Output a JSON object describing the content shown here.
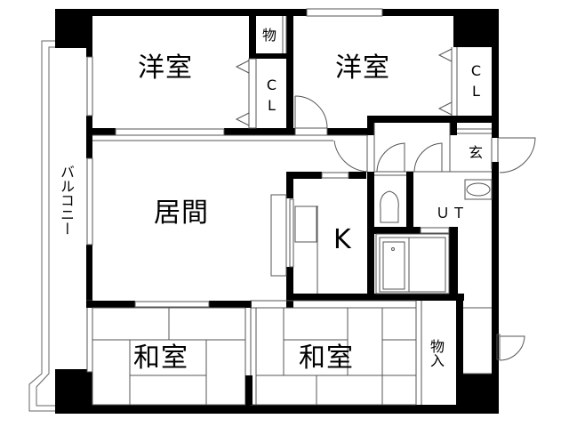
{
  "floor_plan": {
    "rooms": [
      {
        "id": "western-room-1",
        "label": "洋室"
      },
      {
        "id": "western-room-2",
        "label": "洋室"
      },
      {
        "id": "storage-top",
        "label": "物"
      },
      {
        "id": "closet-1",
        "label": "CL"
      },
      {
        "id": "closet-2",
        "label": "CL"
      },
      {
        "id": "entrance",
        "label": "玄"
      },
      {
        "id": "living-room",
        "label": "居間"
      },
      {
        "id": "kitchen",
        "label": "K"
      },
      {
        "id": "utility",
        "label": "ＵＴ"
      },
      {
        "id": "balcony",
        "label": "バルコニー"
      },
      {
        "id": "japanese-room-1",
        "label": "和室"
      },
      {
        "id": "japanese-room-2",
        "label": "和室"
      },
      {
        "id": "storage-bottom",
        "label": "物入"
      }
    ],
    "colors": {
      "wall": "#000000",
      "line": "#555555",
      "background": "#ffffff"
    }
  }
}
